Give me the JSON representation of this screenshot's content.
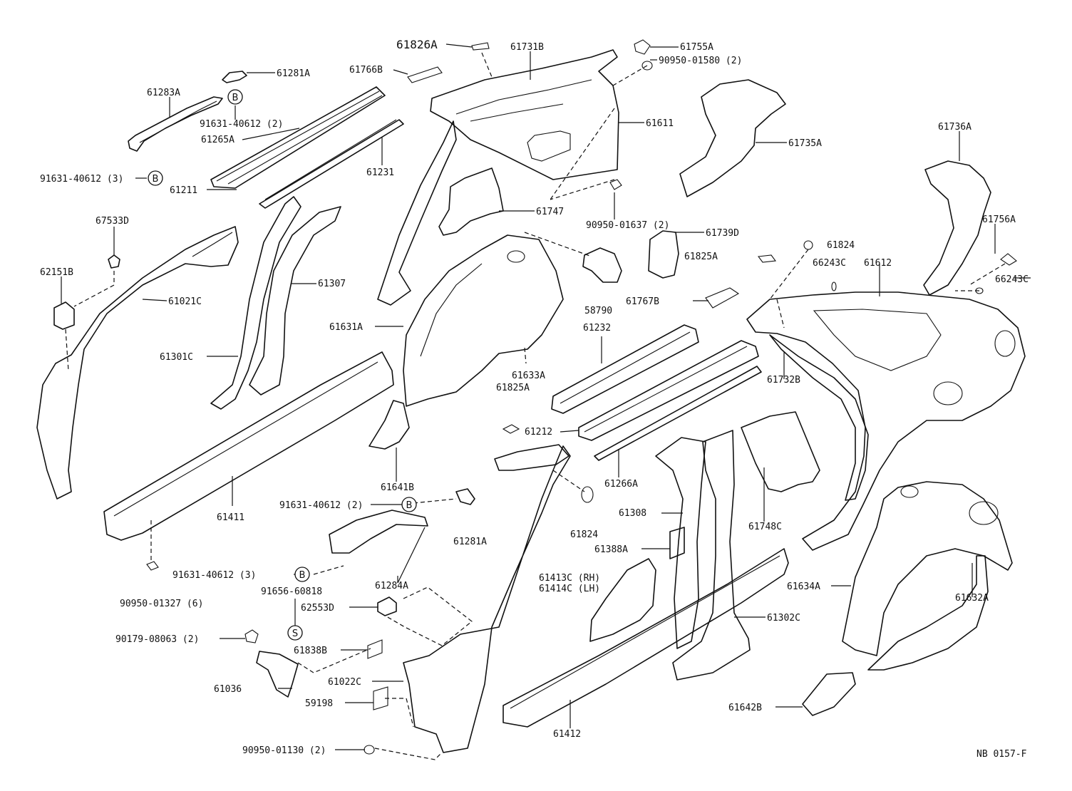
{
  "diagram": {
    "footer_code": "NB 0157-F",
    "labels": {
      "l61826A": "61826A",
      "l61731B": "61731B",
      "l61755A": "61755A",
      "l9095001580": "90950-01580 (2)",
      "l61281A_top": "61281A",
      "l61766B": "61766B",
      "l61283A": "61283A",
      "l9163140612_2_top": "91631-40612 (2)",
      "l61265A": "61265A",
      "l61231": "61231",
      "l9163140612_3_top": "91631-40612 (3)",
      "l61211": "61211",
      "l61611": "61611",
      "l61735A": "61735A",
      "l61736A": "61736A",
      "l61747": "61747",
      "l9095001637": "90950-01637 (2)",
      "l61739D": "61739D",
      "l67533D": "67533D",
      "l62151B": "62151B",
      "l61021C": "61021C",
      "l61307": "61307",
      "l61301C": "61301C",
      "l61631A": "61631A",
      "l58790": "58790",
      "l61824_top": "61824",
      "l61825A_top": "61825A",
      "l66243C_mid": "66243C",
      "l61612": "61612",
      "l61756A": "61756A",
      "l66243C_right": "66243C",
      "l61767B": "61767B",
      "l61232": "61232",
      "l61633A": "61633A",
      "l61825A_mid": "61825A",
      "l61732B": "61732B",
      "l61212": "61212",
      "l61641B": "61641B",
      "l61266A": "61266A",
      "l61411": "61411",
      "l9163140612_2_mid": "91631-40612 (2)",
      "l61281A_mid": "61281A",
      "l61824_mid": "61824",
      "l61308": "61308",
      "l61748C": "61748C",
      "l61388A": "61388A",
      "l61413C": "61413C (RH)",
      "l61414C": "61414C (LH)",
      "l9163140612_3_low": "91631-40612 (3)",
      "l61284A": "61284A",
      "l9095001327": "90950-01327 (6)",
      "l9165660818": "91656-60818",
      "l62553D": "62553D",
      "l9017908063": "90179-08063 (2)",
      "l61838B": "61838B",
      "l61022C": "61022C",
      "l61036": "61036",
      "l59198": "59198",
      "l61302C": "61302C",
      "l61634A": "61634A",
      "l61632A": "61632A",
      "l61642B": "61642B",
      "l61412": "61412",
      "l9095001130": "90950-01130 (2)"
    },
    "codes": {
      "b": "B",
      "s": "S"
    }
  }
}
